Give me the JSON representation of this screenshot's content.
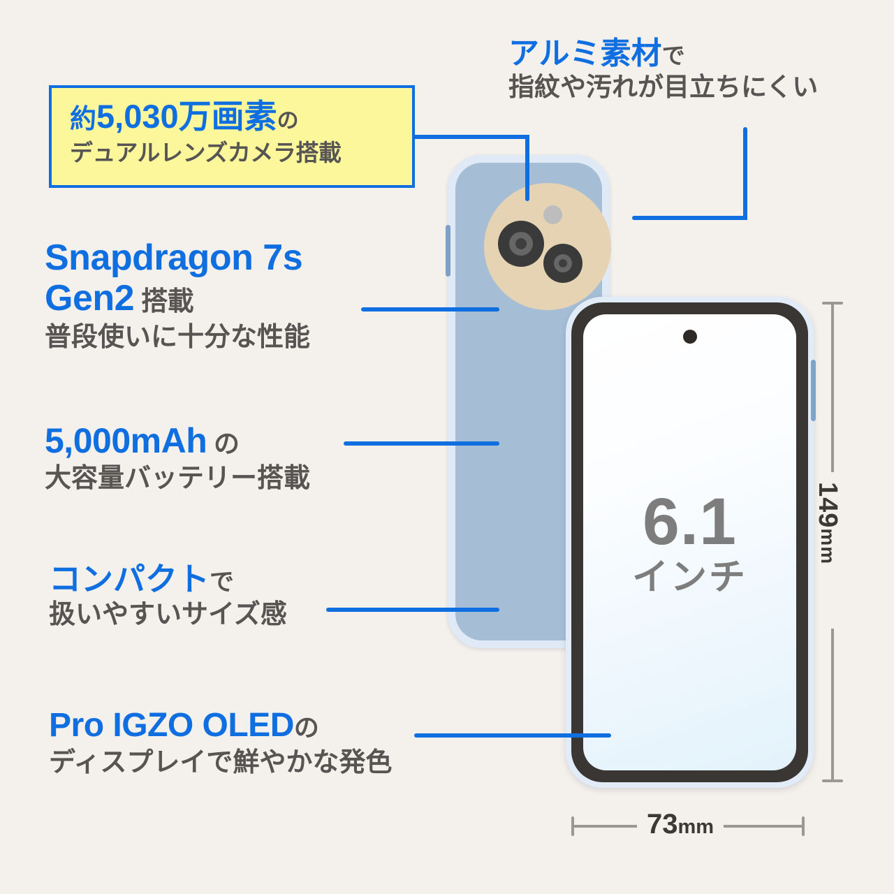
{
  "background_color": "#f4f0ec",
  "accent_color": "#0f6fe0",
  "text_color": "#575553",
  "highlight_box_color": "#fbf79a",
  "callouts": {
    "camera": {
      "prefix": "約",
      "value": "5,030万画素",
      "particle": "の",
      "line2": "デュアルレンズカメラ搭載"
    },
    "aluminium": {
      "value": "アルミ素材",
      "suffix": "で",
      "line2": "指紋や汚れが目立ちにくい"
    },
    "chipset": {
      "line1": "Snapdragon 7s",
      "line2": "Gen2",
      "line2_suffix": "搭載",
      "line3": "普段使いに十分な性能"
    },
    "battery": {
      "value": "5,000mAh",
      "suffix": "の",
      "line2": "大容量バッテリー搭載"
    },
    "compact": {
      "value": "コンパクト",
      "suffix": "で",
      "line2": "扱いやすいサイズ感"
    },
    "display": {
      "value": "Pro IGZO OLED",
      "suffix": "の",
      "line2": "ディスプレイで鮮やかな発色"
    }
  },
  "phone_front": {
    "screen_size": "6.1",
    "screen_unit": "インチ"
  },
  "dimensions": {
    "height_value": "149",
    "height_unit": "mm",
    "width_value": "73",
    "width_unit": "mm"
  }
}
